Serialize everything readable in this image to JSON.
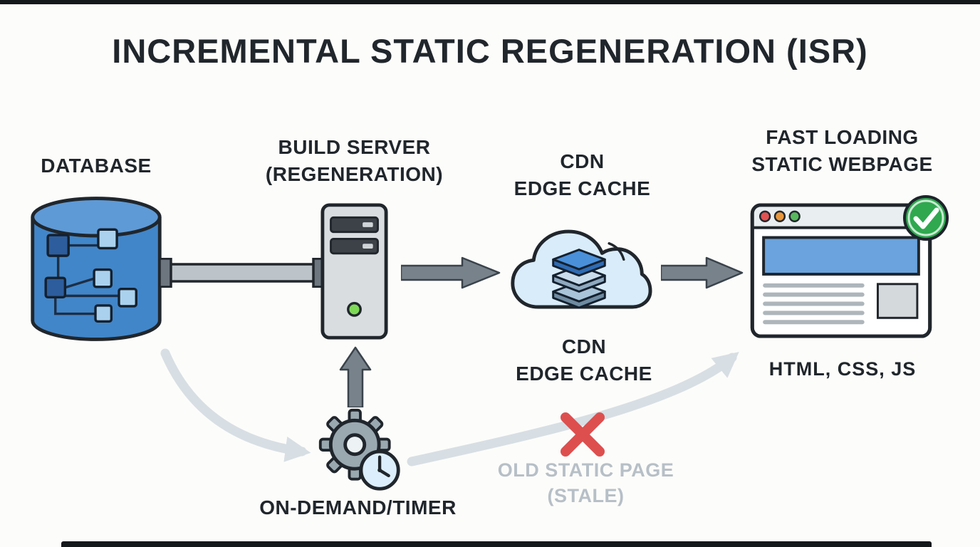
{
  "title": "INCREMENTAL STATIC REGENERATION (ISR)",
  "nodes": {
    "database": {
      "label": "DATABASE"
    },
    "build_server": {
      "line1": "BUILD SERVER",
      "line2": "(REGENERATION)"
    },
    "cdn_label_top": {
      "line1": "CDN",
      "line2": "EDGE CACHE"
    },
    "cdn_label_bottom": {
      "line1": "CDN",
      "line2": "EDGE CACHE"
    },
    "webpage": {
      "line1": "FAST LOADING",
      "line2": "STATIC WEBPAGE",
      "output": "HTML, CSS, JS"
    },
    "trigger": {
      "label": "ON-DEMAND/TIMER"
    },
    "stale_note": {
      "line1": "OLD STATIC PAGE",
      "line2": "(STALE)"
    }
  },
  "colors": {
    "ink": "#20262c",
    "database_blue": "#4186c9",
    "database_blue_top": "#5e9ad6",
    "node_square_dark": "#2d5d9d",
    "node_square_light": "#aad2ee",
    "server_gray": "#d9dde0",
    "server_slot_dark": "#3c4248",
    "led_green": "#7ed957",
    "cloud_blue": "#d9ecfa",
    "stack_blue": "#4a90d9",
    "arrow_gray": "#78828b",
    "pipe_gray": "#bcc3c9",
    "pipe_cap_gray": "#6d767e",
    "light_arrow_gray": "#d7dee4",
    "red_x": "#dd4f4f",
    "check_green": "#2fa84f",
    "browser_banner_blue": "#6aa3dd",
    "stale_text_gray": "#b7bfc7"
  }
}
